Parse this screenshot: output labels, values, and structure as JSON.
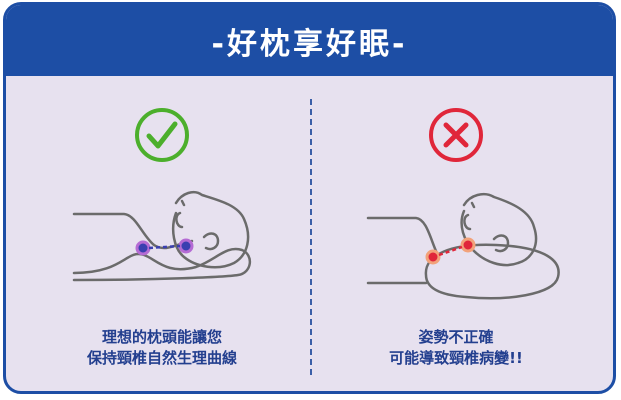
{
  "header": {
    "title": "-好枕享好眠-"
  },
  "left_panel": {
    "status_icon": "check-icon",
    "status_color": "#4caf2c",
    "caption_lines": [
      "理想的枕頭能讓您",
      "保持頸椎自然生理曲線"
    ]
  },
  "right_panel": {
    "status_icon": "cross-icon",
    "status_color": "#e0263a",
    "caption_lines": [
      "姿勢不正確",
      "可能導致頸椎病變!!"
    ]
  },
  "colors": {
    "brand_blue": "#1d4ea5",
    "background": "#e7e1ef",
    "caption_text": "#233f8f",
    "line_art": "#6b6b6b"
  }
}
